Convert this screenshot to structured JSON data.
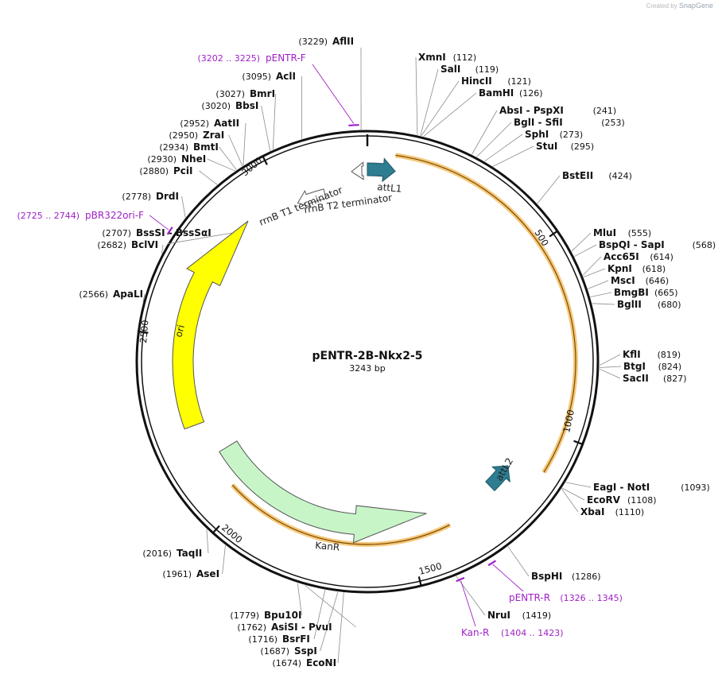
{
  "credit": {
    "prefix": "Created by",
    "brand": "SnapGene"
  },
  "plasmid": {
    "name": "pENTR-2B-Nkx2-5",
    "length_label": "3243 bp",
    "length": 3243
  },
  "ticks": [
    {
      "label": "500",
      "pos": 500
    },
    {
      "label": "1000",
      "pos": 1000
    },
    {
      "label": "1500",
      "pos": 1500
    },
    {
      "label": "2000",
      "pos": 2000
    },
    {
      "label": "2500",
      "pos": 2500
    },
    {
      "label": "3000",
      "pos": 3000
    }
  ],
  "enzymes": [
    {
      "name": "AflII",
      "pos_text": "(3229)",
      "pos": 3229
    },
    {
      "name": "XmnI",
      "pos_text": "(112)",
      "pos": 112
    },
    {
      "name": "SalI",
      "pos_text": "(119)",
      "pos": 119
    },
    {
      "name": "HincII",
      "pos_text": "(121)",
      "pos": 121
    },
    {
      "name": "BamHI",
      "pos_text": "(126)",
      "pos": 126
    },
    {
      "name": "AbsI  -  PspXI",
      "pos_text": "(241)",
      "pos": 241
    },
    {
      "name": "BglI  -  SfiI",
      "pos_text": "(253)",
      "pos": 253
    },
    {
      "name": "SphI",
      "pos_text": "(273)",
      "pos": 273
    },
    {
      "name": "StuI",
      "pos_text": "(295)",
      "pos": 295
    },
    {
      "name": "BstEII",
      "pos_text": "(424)",
      "pos": 424
    },
    {
      "name": "MluI",
      "pos_text": "(555)",
      "pos": 555
    },
    {
      "name": "BspQI  -  SapI",
      "pos_text": "(568)",
      "pos": 568
    },
    {
      "name": "Acc65I",
      "pos_text": "(614)",
      "pos": 614
    },
    {
      "name": "KpnI",
      "pos_text": "(618)",
      "pos": 618
    },
    {
      "name": "MscI",
      "pos_text": "(646)",
      "pos": 646
    },
    {
      "name": "BmgBI",
      "pos_text": "(665)",
      "pos": 665
    },
    {
      "name": "BglII",
      "pos_text": "(680)",
      "pos": 680
    },
    {
      "name": "KflI",
      "pos_text": "(819)",
      "pos": 819
    },
    {
      "name": "BtgI",
      "pos_text": "(824)",
      "pos": 824
    },
    {
      "name": "SacII",
      "pos_text": "(827)",
      "pos": 827
    },
    {
      "name": "EagI  -  NotI",
      "pos_text": "(1093)",
      "pos": 1093
    },
    {
      "name": "EcoRV",
      "pos_text": "(1108)",
      "pos": 1108
    },
    {
      "name": "XbaI",
      "pos_text": "(1110)",
      "pos": 1110
    },
    {
      "name": "BspHI",
      "pos_text": "(1286)",
      "pos": 1286
    },
    {
      "name": "NruI",
      "pos_text": "(1419)",
      "pos": 1419
    },
    {
      "name": "EcoNI",
      "pos_text": "(1674)",
      "pos": 1674
    },
    {
      "name": "SspI",
      "pos_text": "(1687)",
      "pos": 1687
    },
    {
      "name": "BsrFI",
      "pos_text": "(1716)",
      "pos": 1716
    },
    {
      "name": "AsiSI  -  PvuI",
      "pos_text": "(1762)",
      "pos": 1762
    },
    {
      "name": "Bpu10I",
      "pos_text": "(1779)",
      "pos": 1779
    },
    {
      "name": "AseI",
      "pos_text": "(1961)",
      "pos": 1961
    },
    {
      "name": "TaqII",
      "pos_text": "(2016)",
      "pos": 2016
    },
    {
      "name": "ApaLI",
      "pos_text": "(2566)",
      "pos": 2566
    },
    {
      "name": "BclVI",
      "pos_text": "(2682)",
      "pos": 2682
    },
    {
      "name": "BssSI  -  BssSαI",
      "pos_text": "(2707)",
      "pos": 2707
    },
    {
      "name": "DrdI",
      "pos_text": "(2778)",
      "pos": 2778
    },
    {
      "name": "PciI",
      "pos_text": "(2880)",
      "pos": 2880
    },
    {
      "name": "NheI",
      "pos_text": "(2930)",
      "pos": 2930
    },
    {
      "name": "BmtI",
      "pos_text": "(2934)",
      "pos": 2934
    },
    {
      "name": "ZraI",
      "pos_text": "(2950)",
      "pos": 2950
    },
    {
      "name": "AatII",
      "pos_text": "(2952)",
      "pos": 2952
    },
    {
      "name": "BbsI",
      "pos_text": "(3020)",
      "pos": 3020
    },
    {
      "name": "BmrI",
      "pos_text": "(3027)",
      "pos": 3027
    },
    {
      "name": "AclI",
      "pos_text": "(3095)",
      "pos": 3095
    }
  ],
  "primers": [
    {
      "name": "pENTR-F",
      "range_text": "(3202 .. 3225)",
      "start": 3202,
      "end": 3225
    },
    {
      "name": "pBR322ori-F",
      "range_text": "(2725 .. 2744)",
      "start": 2725,
      "end": 2744
    },
    {
      "name": "pENTR-R",
      "range_text": "(1326 .. 1345)",
      "start": 1326,
      "end": 1345
    },
    {
      "name": "Kan-R",
      "range_text": "(1404 .. 1423)",
      "start": 1404,
      "end": 1423
    }
  ],
  "features": [
    {
      "name": "attL1",
      "color": "#2e7d91"
    },
    {
      "name": "attL2",
      "color": "#2e7d91"
    },
    {
      "name": "KanR",
      "color": "#c8f5c8"
    },
    {
      "name": "ori",
      "color": "#ffff00"
    },
    {
      "name": "rrnB T1 terminator",
      "color": "#ffffff"
    },
    {
      "name": "rrnB T2 terminator",
      "color": "#ffffff"
    }
  ],
  "colors": {
    "insert_highlight": "#f5c87a",
    "primer": "#a020c8",
    "backbone": "#111111"
  }
}
